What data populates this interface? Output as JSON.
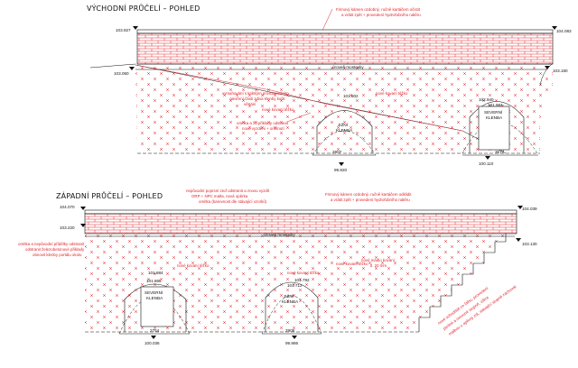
{
  "view_east": {
    "title": "VÝCHODNÍ PRŮČELÍ – POHLED",
    "note_top_right": [
      "Firmový kámen ozdobný, ručně kartáčem očistit",
      "a vrátit zpět + provedení hydrofobního nátěru"
    ],
    "bridge_level_label": "úroveň mostovky",
    "note_left": [
      "vymahování s krátkým prostasováním",
      "otevření části zdiva klenby kvůli",
      "větrání"
    ],
    "note_removal": [
      "omítka a žb přiklady odstranit",
      "nové vyzdění + omítnutí"
    ],
    "new_stone_top": "nové kovaní těžko",
    "new_stone_left": "nové kovaní těžko",
    "vault_right": [
      "SEVERNÍ",
      "KLENBA"
    ],
    "vault_mid": [
      "JIŽNÍ",
      "KLENBA"
    ],
    "levels": {
      "top_left": "103.927",
      "left_mid": "103.060",
      "top_right": "104.083",
      "right_mid": "103.180",
      "arch_mid": "101.802",
      "arch_right_top": "102.940",
      "arch_right_inner": "101.982",
      "bottom_mid": "99.820",
      "bottom_right": "100.110"
    },
    "dims": {
      "mid": "2907",
      "right": "3577"
    }
  },
  "view_west": {
    "title": "ZÁPADNÍ PRŮČELÍ – POHLED",
    "note_top_left": [
      "nepůvodní poprsní zeď odstranit a znovu vyzdít",
      "ORP + NPC malta, nová opěrka",
      "omítka (barevnost dle stávající vzorků)"
    ],
    "note_top_right": [
      "Firmový kámen ozdobný, ručně kartáčem odklidit",
      "a vrátit zpět + provedení hydrofobního nátěru"
    ],
    "bridge_level_label": "úroveň mostovky",
    "note_left": [
      "omítka a nepůvodní přídělky odstranit",
      "odstranit železobetonové přiklady",
      "obnovit klenby portálu okolu"
    ],
    "new_stone_left": "nové kovaní těžko",
    "new_stone_mid": "nové kovaní těžko",
    "new_stone_right": "nové kovaní těžko",
    "new_mortar": [
      "nové madlo kovaní",
      "tl. 20 mm"
    ],
    "stairs_note": [
      "nové schodiště ze štětu, provedení",
      "plošné a nerovné stupně, zdiva",
      "malbou u opěrný zdi, stávající stupně zachovat"
    ],
    "vault_left": [
      "SEVERNÍ",
      "KLENBA"
    ],
    "vault_mid": [
      "JIŽNÍ",
      "KLENBA"
    ],
    "levels": {
      "top_left": "104.070",
      "left_mid": "103.220",
      "top_right": "104.039",
      "right_mid": "103.130",
      "arch_left_top": "101.884",
      "arch_left_inner": "101.865",
      "arch_mid_top": "101.792",
      "arch_mid_inner": "101.712",
      "bottom_left": "100.036",
      "bottom_mid": "99.986"
    },
    "dims": {
      "left": "2754",
      "mid": "2905"
    }
  },
  "colors": {
    "markup_red": "#e0242b",
    "ink": "#111111",
    "background": "#ffffff"
  }
}
